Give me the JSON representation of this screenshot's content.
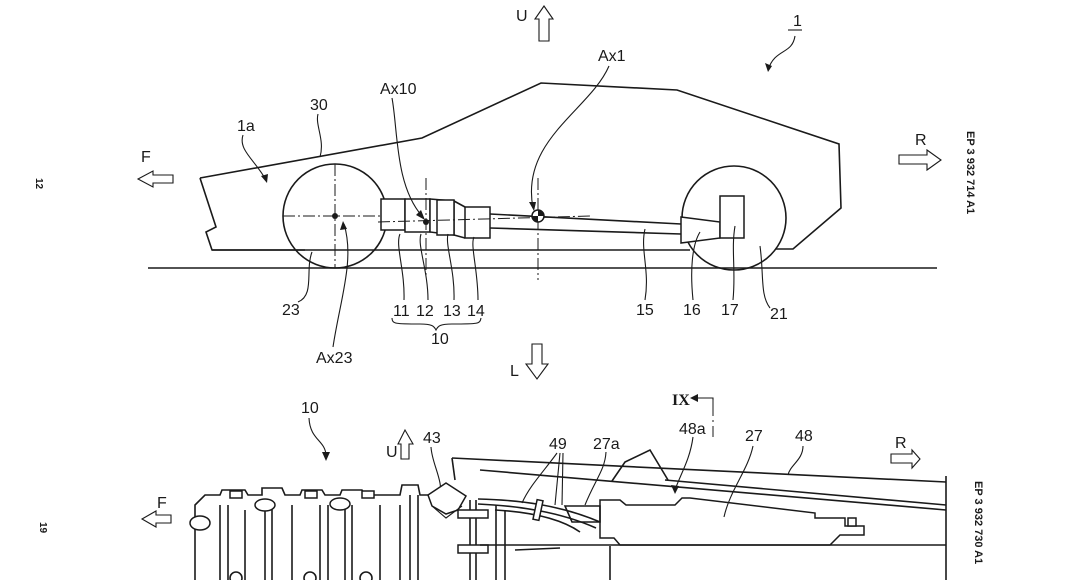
{
  "figure_top": {
    "page_number": "12",
    "publication_number": "EP 3 932 714 A1",
    "reference_vehicle": "1",
    "direction_labels": {
      "up": "U",
      "front": "F",
      "rear": "R",
      "left": "L"
    },
    "labels": {
      "body_front": "1a",
      "hood": "30",
      "axis_powertrain": "Ax10",
      "axis_vehicle": "Ax1",
      "axis_front_wheel": "Ax23",
      "front_wheel": "23",
      "part_11": "11",
      "part_12": "12",
      "part_13": "13",
      "part_14": "14",
      "powertrain_group": "10",
      "propeller_shaft": "15",
      "part_16": "16",
      "part_17": "17",
      "rear_wheel": "21"
    }
  },
  "figure_bottom": {
    "page_number": "19",
    "publication_number": "EP 3 932 730 A1",
    "direction_labels": {
      "up": "U",
      "front": "F",
      "rear": "R"
    },
    "section_marker": "IX",
    "labels": {
      "assembly": "10",
      "part_43": "43",
      "part_49": "49",
      "part_27a": "27a",
      "part_48a": "48a",
      "part_27": "27",
      "part_48": "48"
    }
  }
}
